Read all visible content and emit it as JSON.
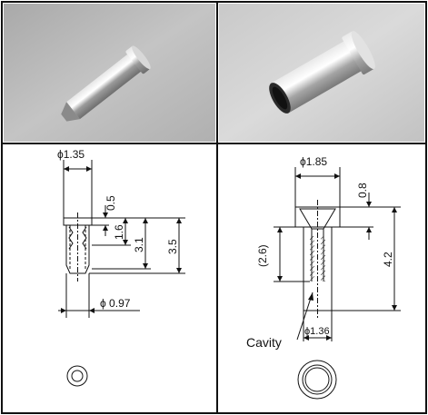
{
  "left_part": {
    "dimensions": {
      "head_diameter": "ϕ1.35",
      "head_height": "0.5",
      "depth_a": "1.6",
      "depth_b": "3.1",
      "overall_length": "3.5",
      "tip_diameter": "ϕ 0.97"
    }
  },
  "right_part": {
    "dimensions": {
      "head_diameter": "ϕ1.85",
      "head_height": "0.8",
      "cavity_depth": "(2.6)",
      "overall_length": "4.2",
      "body_diameter": "ϕ1.36"
    },
    "cavity_label": "Cavity"
  },
  "colors": {
    "border": "#111111",
    "line": "#111111",
    "photo_left_bg": "#b9b9b9",
    "photo_right_bg": "#d0d0d0",
    "metal": "#c8c8c8"
  }
}
